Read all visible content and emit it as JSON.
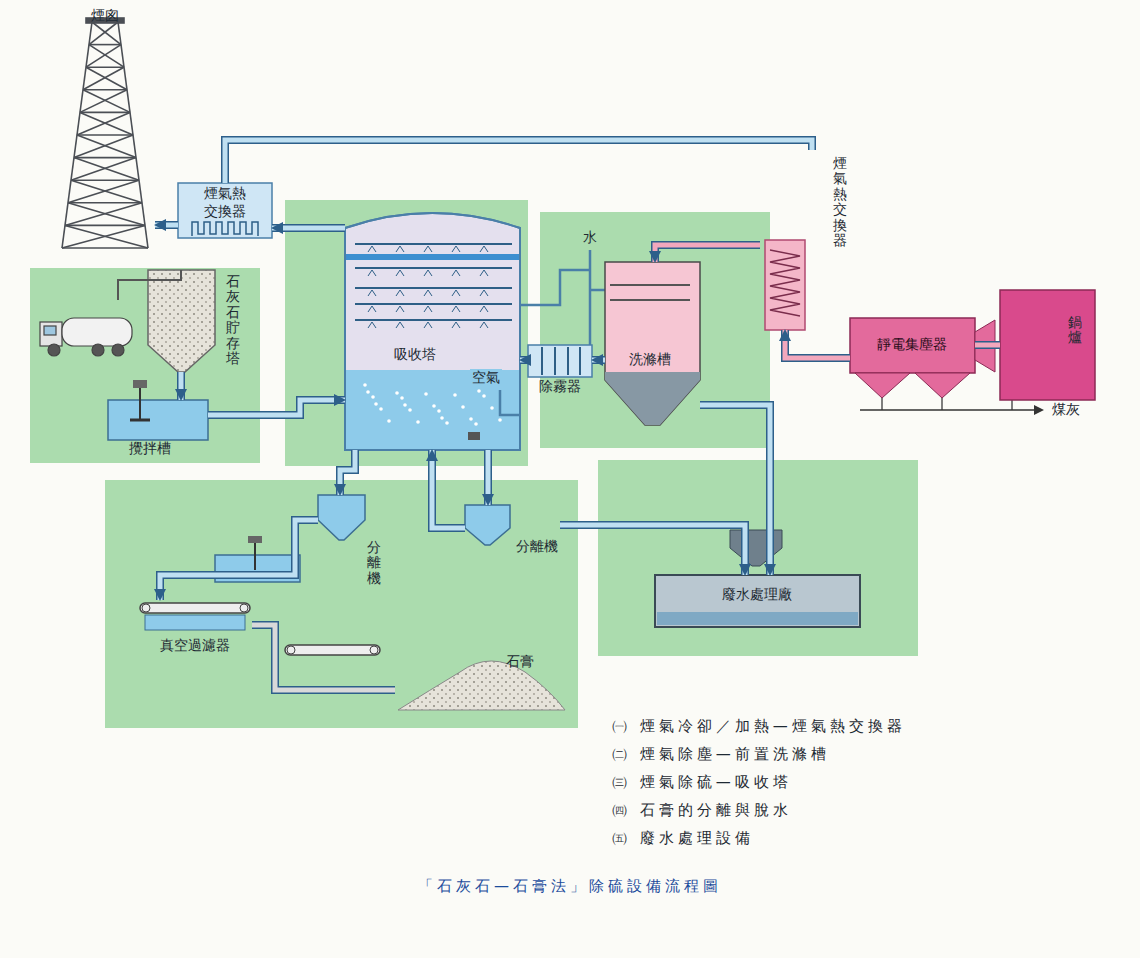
{
  "diagram": {
    "caption": "「石灰石—石膏法」除硫設備流程圖",
    "nodes": [
      {
        "text": [
          "煙囪"
        ]
      },
      {
        "text": [
          "煙氣熱交換器"
        ]
      },
      {
        "text": [
          "石灰石貯存塔"
        ]
      },
      {
        "text": [
          "攪拌槽"
        ]
      },
      {
        "text": [
          "吸收塔"
        ]
      },
      {
        "text": [
          "除霧器"
        ]
      },
      {
        "text": [
          "洗滌槽"
        ]
      },
      {
        "text": [
          "煙氣熱交換器"
        ]
      },
      {
        "text": [
          "靜電集塵器"
        ]
      },
      {
        "text": [
          "鍋爐"
        ]
      },
      {
        "text": [
          "分離機"
        ]
      },
      {
        "text": [
          "分離機"
        ]
      },
      {
        "text": [
          "真空過濾器"
        ]
      },
      {
        "text": [
          "石膏"
        ]
      },
      {
        "text": [
          "廢水處理廠"
        ]
      }
    ],
    "edges": [
      {
        "from": 9,
        "to": 8,
        "arrow": "none"
      },
      {
        "from": 8,
        "to": 7,
        "arrow": "to"
      },
      {
        "from": 7,
        "to": 6,
        "arrow": "to"
      },
      {
        "from": 6,
        "to": 5,
        "arrow": "to"
      },
      {
        "from": 5,
        "to": 4,
        "arrow": "to"
      },
      {
        "from": 4,
        "to": 1,
        "arrow": "to"
      },
      {
        "from": 1,
        "to": 0,
        "arrow": "to"
      },
      {
        "from": 7,
        "to": 1,
        "arrow": "none"
      },
      {
        "from": 2,
        "to": 3,
        "arrow": "to"
      },
      {
        "from": 3,
        "to": 4,
        "arrow": "to"
      },
      {
        "from": 4,
        "to": 10,
        "arrow": "to"
      },
      {
        "from": 4,
        "to": 11,
        "arrow": "to"
      },
      {
        "from": 11,
        "to": 4,
        "arrow": "to"
      },
      {
        "from": 10,
        "to": 12,
        "arrow": "to"
      },
      {
        "from": 12,
        "to": 13,
        "arrow": "none"
      },
      {
        "from": 11,
        "to": 14,
        "arrow": "to"
      },
      {
        "from": 6,
        "to": 14,
        "arrow": "to"
      }
    ],
    "labels": [
      "水",
      "空氣",
      "煤灰",
      "㈠ 煙氣冷卻／加熱—煙氣熱交換器",
      "㈡ 煙氣除塵—前置洗滌槽",
      "㈢ 煙氣除硫—吸收塔",
      "㈣ 石膏的分離與脫水",
      "㈤ 廢水處理設備"
    ]
  }
}
